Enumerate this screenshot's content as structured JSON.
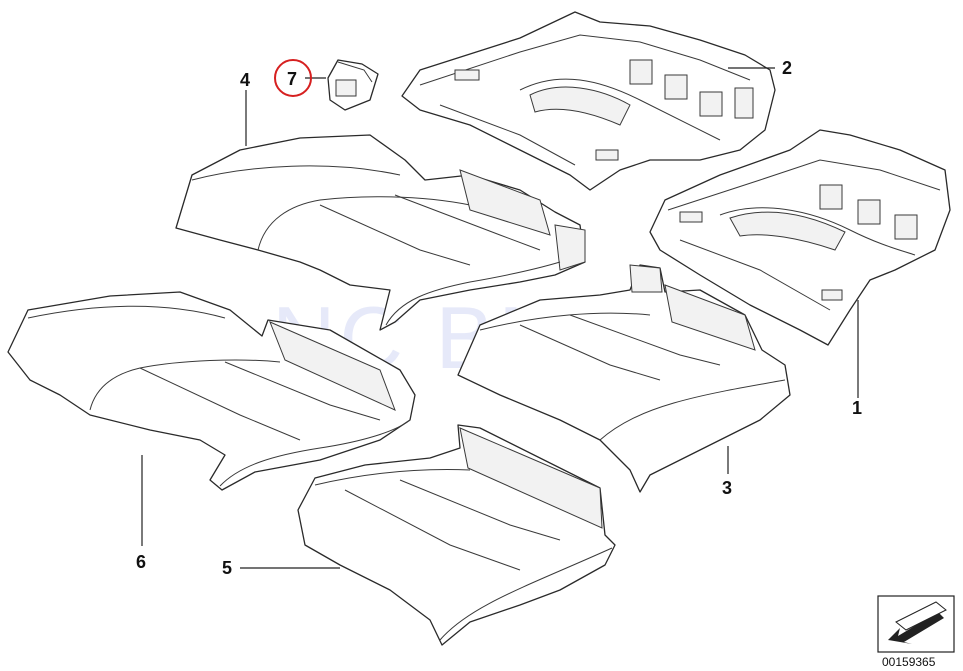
{
  "diagram": {
    "watermark": "NC BMW",
    "reference_number": "00159365",
    "highlight_color": "#d62020",
    "callouts": {
      "c1": "1",
      "c2": "2",
      "c3": "3",
      "c4": "4",
      "c5": "5",
      "c6": "6",
      "c7": "7"
    },
    "highlighted_callout": "7",
    "icons": [
      "view-direction-arrow-icon"
    ]
  }
}
